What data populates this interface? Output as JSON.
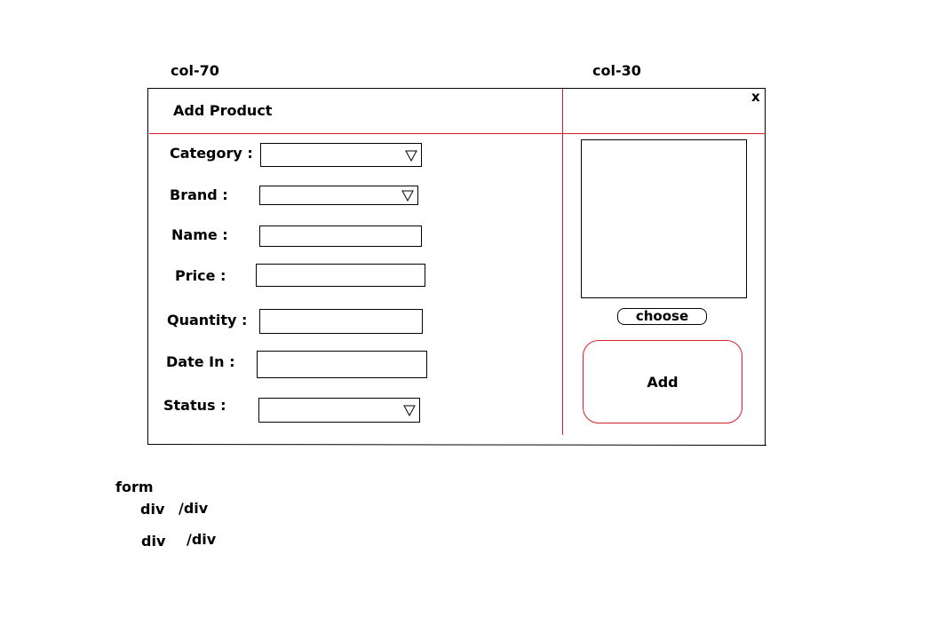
{
  "columns": {
    "left_label": "col-70",
    "right_label": "col-30"
  },
  "dialog": {
    "title": "Add Product",
    "close_glyph": "x"
  },
  "fields": {
    "category_label": "Category :",
    "brand_label": "Brand :",
    "name_label": "Name :",
    "price_label": "Price :",
    "quantity_label": "Quantity :",
    "date_in_label": "Date In :",
    "status_label": "Status :"
  },
  "image_panel": {
    "choose_label": "choose",
    "add_label": "Add"
  },
  "notes": {
    "form": "form",
    "div_open_1": "div",
    "div_close_1": "/div",
    "div_open_2": "div",
    "div_close_2": "/div"
  },
  "icons": {
    "dropdown": "triangle-down-icon",
    "close": "close-icon"
  },
  "colors": {
    "divider": "#d81e2a",
    "frame": "#000000"
  }
}
